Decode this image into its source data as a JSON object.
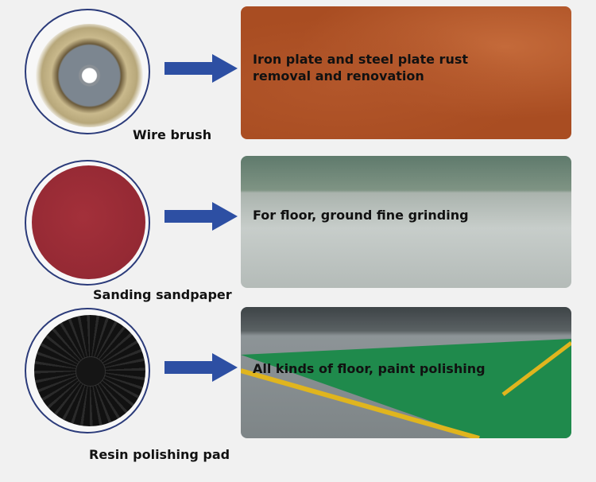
{
  "rows": [
    {
      "product": "Wire brush",
      "description": "Iron plate and steel plate rust removal and renovation"
    },
    {
      "product": "Sanding sandpaper",
      "description": "For floor, ground fine grinding"
    },
    {
      "product": "Resin polishing pad",
      "description": "All kinds of floor, paint polishing"
    }
  ],
  "colors": {
    "arrow": "#2d4fa3",
    "circle_border": "#2b3b7a"
  }
}
